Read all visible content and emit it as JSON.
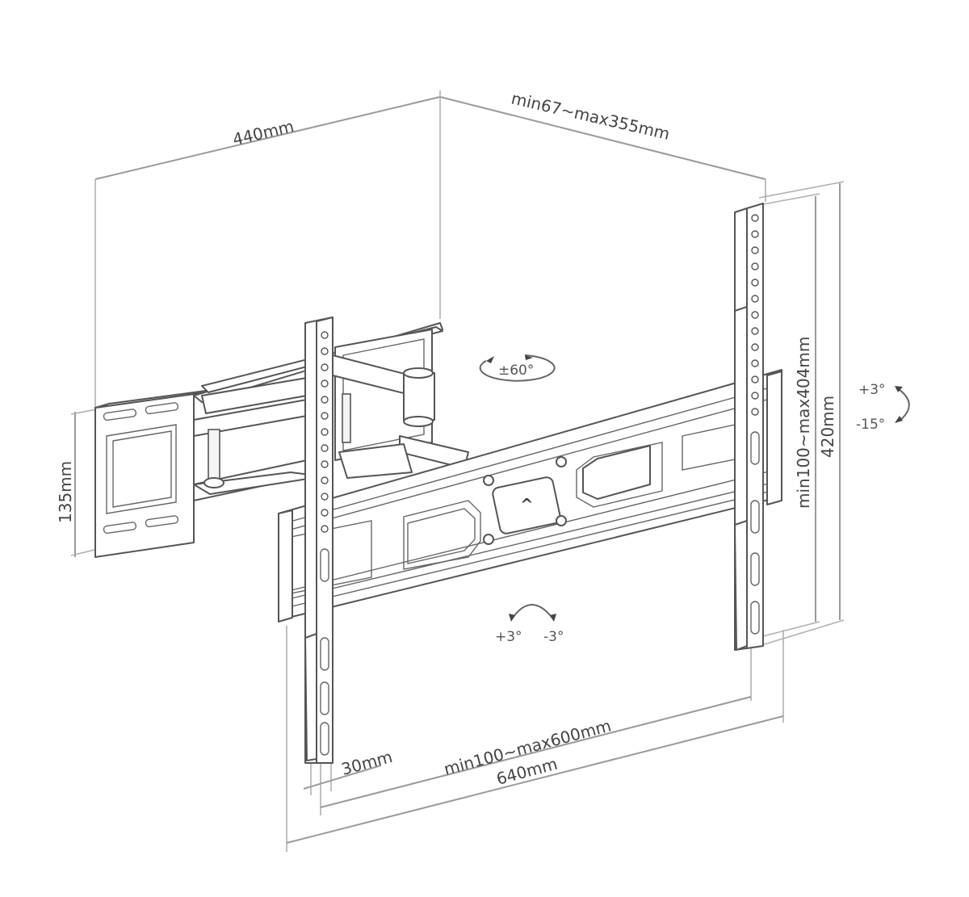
{
  "figure": {
    "subject": "Full-motion TV wall mount bracket",
    "background_color": "#ffffff",
    "line_color": "#555555",
    "dimension_line_color": "#9a9a9a"
  },
  "dimensions": {
    "extension_depth": "440mm",
    "wall_distance": "min67~max355mm",
    "wall_plate_height": "135mm",
    "vertical_vesa": "min100~max404mm",
    "bracket_height": "420mm",
    "horizontal_vesa": "min100~max600mm",
    "arm_offset": "30mm",
    "overall_width": "640mm"
  },
  "rotations": {
    "swivel": "±60°",
    "tilt_up": "+3°",
    "tilt_down": "-15°",
    "level_plus": "+3°",
    "level_minus": "-3°"
  },
  "center_marker": "^"
}
